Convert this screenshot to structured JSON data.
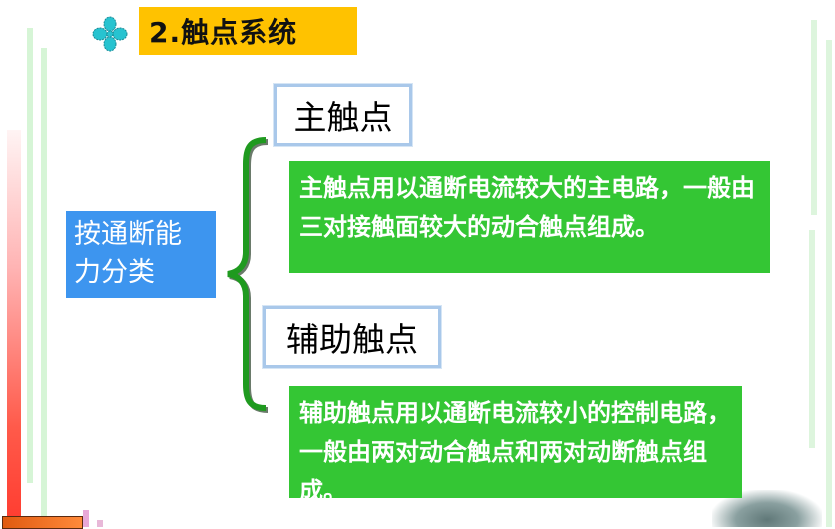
{
  "title": {
    "icon": "four-petal-flower-icon",
    "text": "2.触点系统",
    "background": "#ffc200"
  },
  "category": {
    "text": "按通断能力分类",
    "background": "#3d95ef"
  },
  "brace": {
    "icon": "curly-brace-icon",
    "color": "#1f9a1f"
  },
  "branches": [
    {
      "heading": "主触点",
      "description": "主触点用以通断电流较大的主电路，一般由三对接触面较大的动合触点组成。",
      "description_color": "#34c634"
    },
    {
      "heading": "辅助触点",
      "description": "辅助触点用以通断电流较小的控制电路，一般由两对动合触点和两对动断触点组成。",
      "description_color": "#34c634"
    }
  ]
}
